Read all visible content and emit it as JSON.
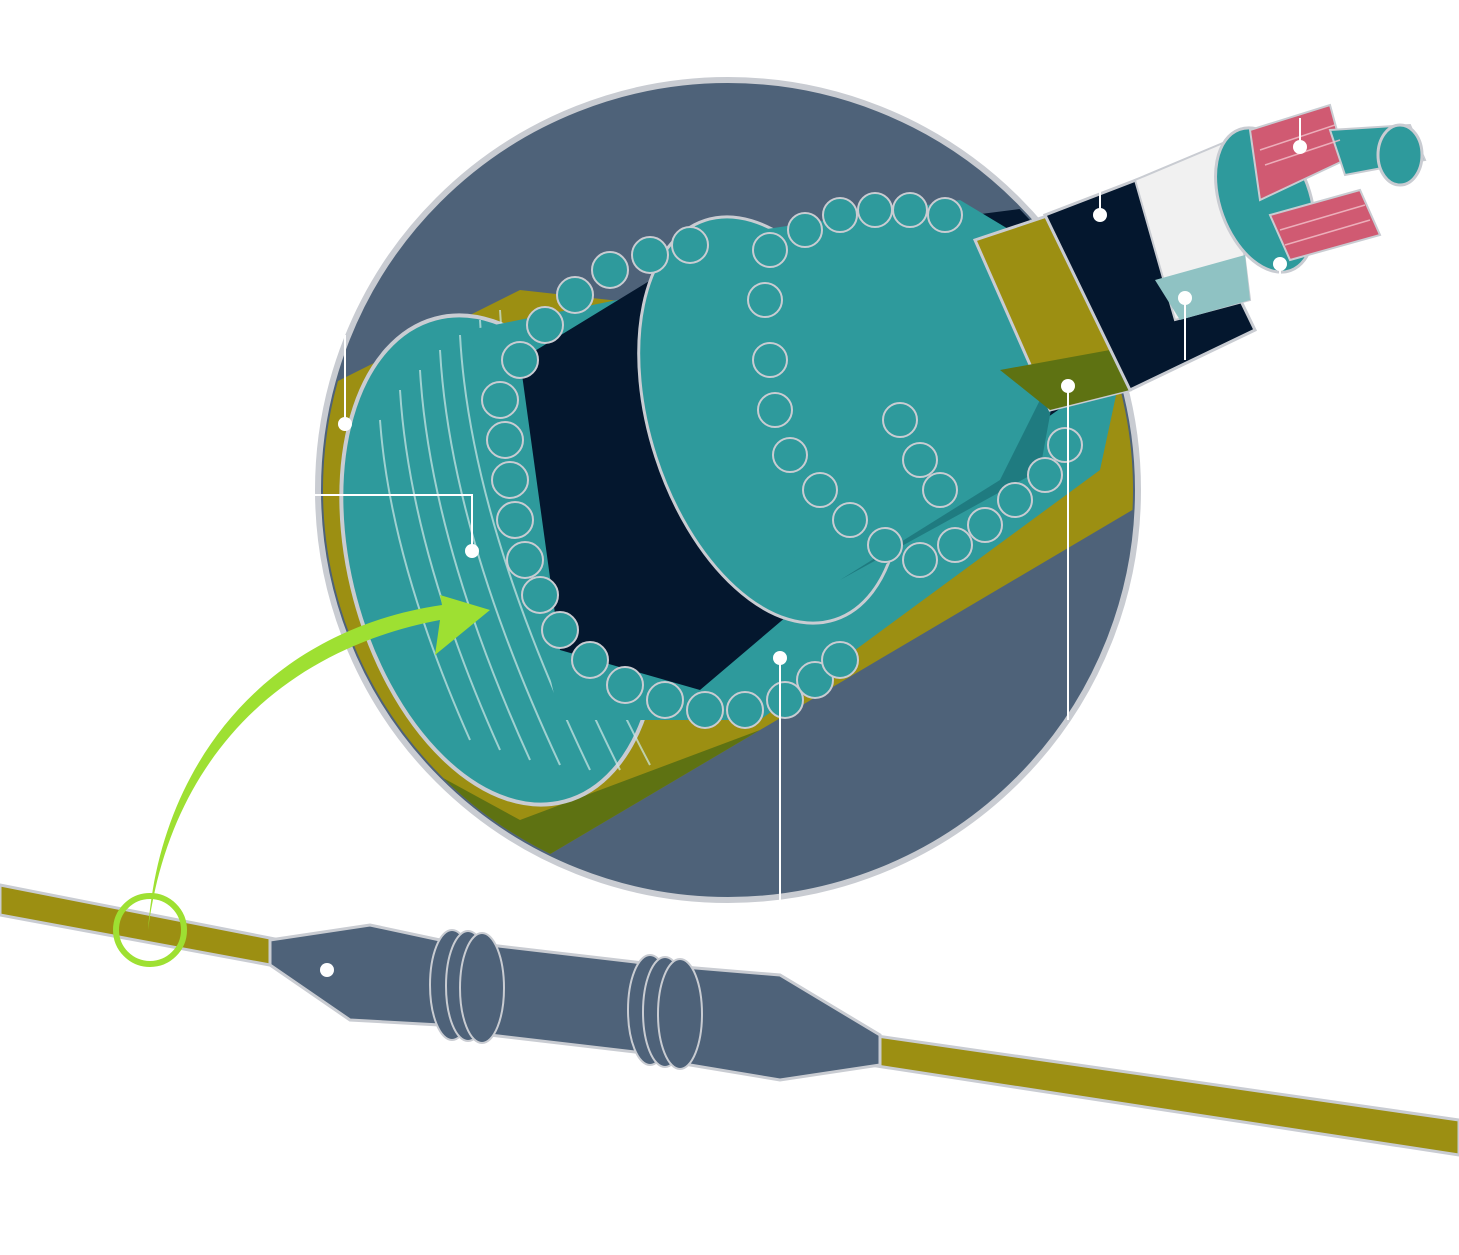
{
  "colors": {
    "background": "#ffffff",
    "circle_backdrop": "#4e6279",
    "outline": "#c9ccd2",
    "cable_sheath": "#9c8f12",
    "cable_sheath_dark": "#5e7212",
    "steel_wire": "#2e9a9c",
    "steel_wire_dark": "#1f7b80",
    "wire_line": "#cfe9e8",
    "inner_jacket": "#04172e",
    "insulation": "#f1f1f1",
    "insulation_shadow": "#8fc2c3",
    "copper_strands": "#d05a72",
    "arrow": "#9ee032",
    "callout": "#ffffff",
    "connector": "#4e6279"
  },
  "diagram": {
    "callout_markers": [
      "outer-sheath",
      "outer-armour-wires",
      "inner-jacket",
      "inner-armour-wires",
      "screen-layer",
      "insulation",
      "core-separator",
      "conductor-core",
      "cable-joint"
    ],
    "icon": "magnify-arrow"
  }
}
